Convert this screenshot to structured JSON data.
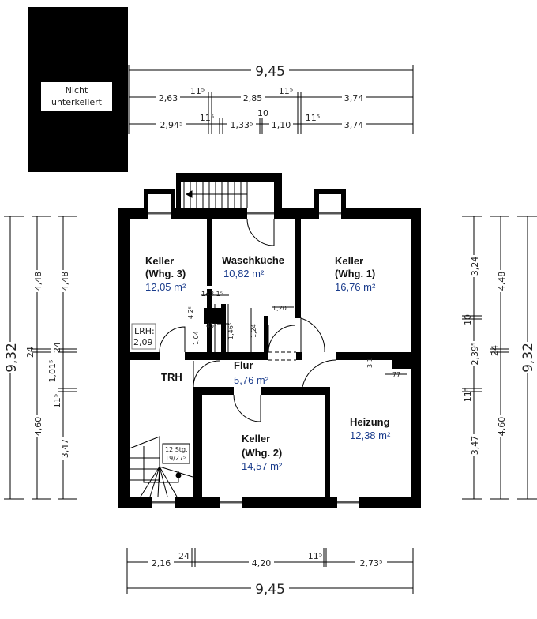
{
  "annex": {
    "label_line1": "Nicht",
    "label_line2": "unterkellert"
  },
  "rooms": {
    "keller3": {
      "name1": "Keller",
      "name2": "(Whg. 3)",
      "area": "12,05 m²"
    },
    "waschkueche": {
      "name1": "Waschküche",
      "area": "10,82 m²"
    },
    "keller1": {
      "name1": "Keller",
      "name2": "(Whg. 1)",
      "area": "16,76 m²"
    },
    "trh": {
      "name1": "TRH"
    },
    "flur": {
      "name1": "Flur",
      "area": "5,76 m²"
    },
    "keller2": {
      "name1": "Keller",
      "name2": "(Whg. 2)",
      "area": "14,57 m²"
    },
    "heizung": {
      "name1": "Heizung",
      "area": "12,38 m²"
    }
  },
  "lrh": {
    "line1": "LRH:",
    "line2": "2,09"
  },
  "stairs": {
    "line1": "12  Stg.",
    "line2": "19/27⁵"
  },
  "dimensions": {
    "top_total": "9,45",
    "top_row1": [
      "2,63",
      "11⁵",
      "2,85",
      "11⁵",
      "3,74"
    ],
    "top_row2": [
      "2,94⁵",
      "11⁵",
      "1,33⁵",
      "10",
      "1,10",
      "11⁵",
      "3,74"
    ],
    "bottom_row1": [
      "2,16",
      "24",
      "4,20",
      "11⁵",
      "2,73⁵"
    ],
    "bottom_total": "9,45",
    "left_total": "9,32",
    "left_col2": [
      "4,48",
      "24",
      "4,60"
    ],
    "left_col3": [
      "4,48",
      "24",
      "1,01⁵",
      "11⁵",
      "3,47"
    ],
    "right_col1": [
      "3,24",
      "10",
      "2,39⁵",
      "11⁵",
      "3,47"
    ],
    "right_col2": [
      "4,48",
      "24",
      "4,60"
    ],
    "right_total": "9,32",
    "interior": [
      "14",
      "3 1⁵",
      "4 2⁵",
      "45⁵",
      "1,04",
      "1,46⁵",
      "1,24",
      "1,20",
      "3 1",
      "77"
    ]
  }
}
